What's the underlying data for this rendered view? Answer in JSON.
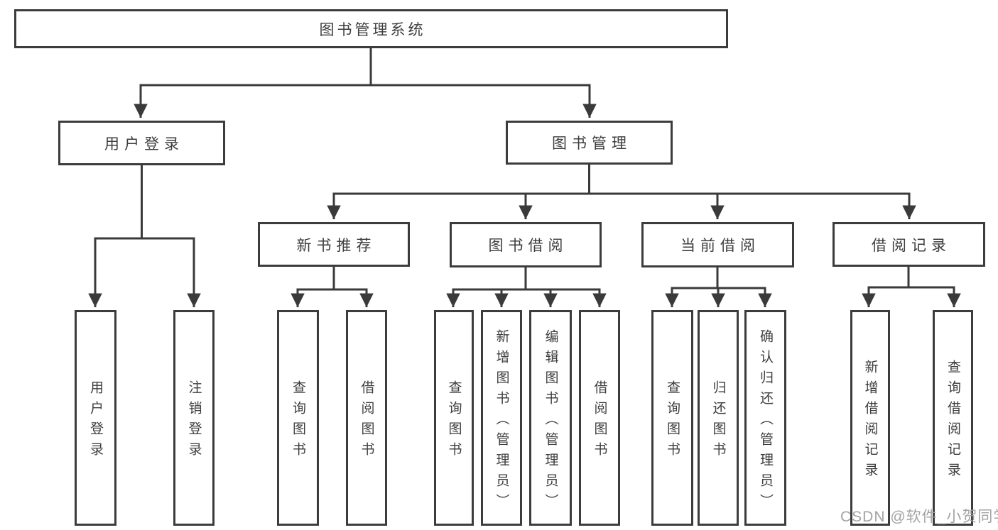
{
  "diagram": {
    "kind": "function-structure-tree",
    "colors": {
      "line": "#3a3a3a",
      "box_border": "#3c3c3c",
      "text": "#3d3d3d",
      "watermark": "#9e9e9e",
      "background": "#ffffff"
    },
    "tree": {
      "root": "图书管理系统",
      "children": [
        {
          "label": "用户登录",
          "leaves": [
            "用户登录",
            "注销登录"
          ]
        },
        {
          "label": "图书管理",
          "children": [
            {
              "label": "新书推荐",
              "leaves": [
                "查询图书",
                "借阅图书"
              ]
            },
            {
              "label": "图书借阅",
              "leaves": [
                "查询图书",
                "新增图书（管理员）",
                "编辑图书（管理员）",
                "借阅图书"
              ]
            },
            {
              "label": "当前借阅",
              "leaves": [
                "查询图书",
                "归还图书",
                "确认归还（管理员）"
              ]
            },
            {
              "label": "借阅记录",
              "leaves": [
                "新增借阅记录",
                "查询借阅记录"
              ]
            }
          ]
        }
      ]
    },
    "watermark": "CSDN @软件_小贺同学"
  }
}
